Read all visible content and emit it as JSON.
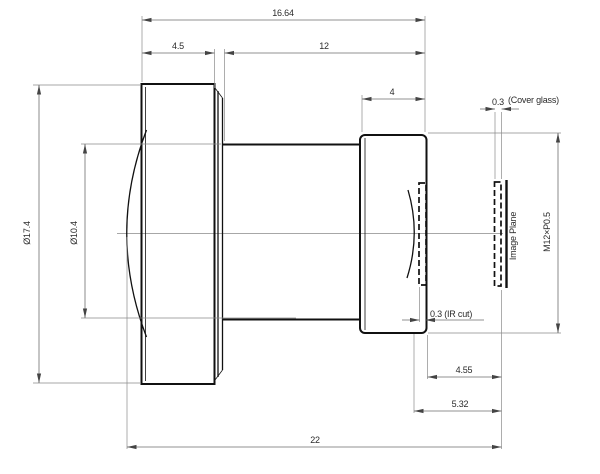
{
  "drawing": {
    "dims": {
      "total_mechanical": "16.64",
      "front_length": "4.5",
      "mid_length": "12",
      "thread_length": "4",
      "cover_glass": "0.3",
      "cover_glass_label": "(Cover glass)",
      "ir_cut": "0.3 (IR cut)",
      "flange_to_image": "4.55",
      "lens_to_image": "5.32",
      "overall_length": "22",
      "front_dia": "Ø17.4",
      "barrel_dia": "Ø10.4",
      "image_plane_label": "Image Plane",
      "thread_label": "M12×P0.5"
    },
    "colors": {
      "outline": "#111111",
      "dimension": "#6e6e6e",
      "text": "#2b2b2b",
      "background": "#ffffff"
    }
  }
}
